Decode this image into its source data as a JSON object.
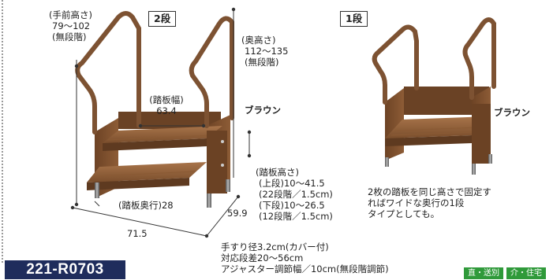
{
  "left": {
    "step_label": "2段",
    "front_height": [
      "(手前高さ)",
      "79〜102",
      "(無段階)"
    ],
    "back_height": [
      "(奥高さ)",
      "112〜135",
      "(無段階)"
    ],
    "tread_width": [
      "(踏板幅)",
      "63.4"
    ],
    "color_name": "ブラウン",
    "tread_height": [
      "(踏板高さ)",
      "(上段)10〜41.5",
      "(22段階／1.5cm)",
      "(下段)10〜26.5",
      "(12段階／1.5cm)"
    ],
    "tread_depth": "(踏板奥行)28",
    "depth": "59.9",
    "width": "71.5"
  },
  "right": {
    "step_label": "1段",
    "color_name": "ブラウン",
    "note": [
      "2枚の踏板を同じ高さで固定す",
      "ればワイドな奥行の1段",
      "タイプとしても。"
    ]
  },
  "specs": [
    "手すり径3.2cm(カバー付)",
    "対応段差20〜56cm",
    "アジャスター調節幅／10cm(無段階調節)"
  ],
  "product_code": "221-R0703",
  "tags": [
    {
      "label": "直・送別",
      "color": "#2f9a3a"
    },
    {
      "label": "介・住宅",
      "color": "#2f9a3a"
    }
  ]
}
